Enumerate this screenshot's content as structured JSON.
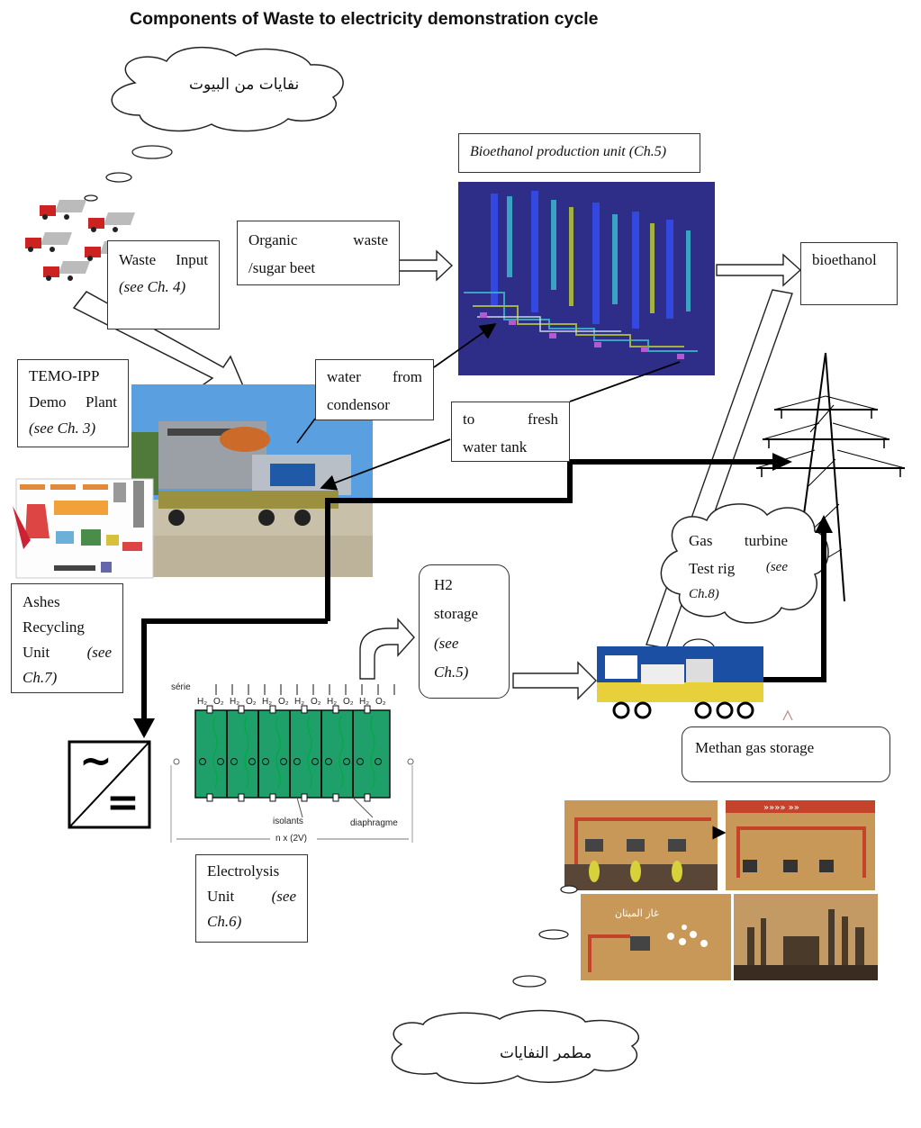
{
  "title": "Components of Waste to electricity demonstration cycle",
  "clouds": {
    "households_waste": "نفايات من البيوت",
    "landfill": "مطمر النفايات"
  },
  "labels": {
    "waste_input": {
      "main": "Waste Input",
      "ref": "(see Ch. 4)"
    },
    "organic_waste": {
      "line1": "Organic waste",
      "line2": "/sugar beet"
    },
    "bioethanol_unit": "Bioethanol production unit (Ch.5)",
    "bioethanol": "bioethanol",
    "temo_ipp": {
      "line1": "TEMO-IPP",
      "line2": "Demo Plant",
      "ref": "(see Ch. 3)"
    },
    "water_from_condensor": {
      "line1": "water from",
      "line2": "condensor"
    },
    "to_fresh_water_tank": {
      "line1": "to fresh",
      "line2": "water tank"
    },
    "ashes_recycling": {
      "line1": "Ashes",
      "line2": "Recycling",
      "line3": "Unit",
      "ref1": "(see",
      "ref2": "Ch.7)"
    },
    "h2_storage": {
      "line1": "H2",
      "line2": "storage",
      "ref1": "(see",
      "ref2": "Ch.5)"
    },
    "gas_turbine": {
      "line1": "Gas turbine",
      "line2": "Test rig",
      "ref1": "(see",
      "ref2": "Ch.8)"
    },
    "methan_gas_storage": "Methan gas storage",
    "electrolysis_unit": {
      "line1": "Electrolysis",
      "line2": "Unit",
      "ref1": "(see",
      "ref2": "Ch.6)"
    }
  },
  "electrolysis_diagram": {
    "serie_label": "série",
    "gas_labels": [
      "H₂",
      "O₂",
      "H₂",
      "O₂",
      "H₂",
      "O₂",
      "H₂",
      "O₂",
      "H₂",
      "O₂",
      "H₂",
      "O₂"
    ],
    "isolants": "isolants",
    "diaphragme": "diaphragme",
    "cells_label": "n x (2V)"
  },
  "methane_panel_text": "غاز الميثان",
  "converter_symbols": {
    "ac": "~",
    "dc": "="
  },
  "colors": {
    "bioethanol_bg": "#2e2e88",
    "electrolysis_green": "#1f9f6a",
    "methane_bg": "#c89858",
    "power_line": "#000000"
  }
}
